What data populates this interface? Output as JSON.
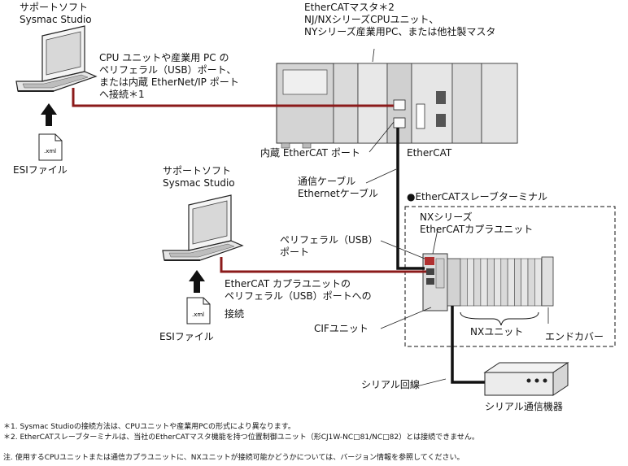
{
  "top_left_support": {
    "line1": "サポートソフト",
    "line2": "Sysmac Studio"
  },
  "master": {
    "line1": "EtherCATマスタ＊2",
    "line2": "NJ/NXシリーズCPUユニット、",
    "line3": "NYシリーズ産業用PC、または他社製マスタ"
  },
  "usb_conn_1": {
    "line1": "CPU ユニットや産業用 PC の",
    "line2": "ペリフェラル（USB）ポート、",
    "line3": "または内蔵 EtherNet/IP ポート",
    "line4": "へ接続＊1"
  },
  "esi_file_1": "ESIファイル",
  "xml_ext_1": ".xml",
  "builtin_port": "内蔵 EtherCAT ポート",
  "ethercat_label": "EtherCAT",
  "mid_support": {
    "line1": "サポートソフト",
    "line2": "Sysmac Studio"
  },
  "comm_cable": {
    "line1": "通信ケーブル",
    "line2": "Ethernetケーブル"
  },
  "slave_terminal": "●EtherCATスレーブターミナル",
  "nx_coupler": {
    "line1": "NXシリーズ",
    "line2": "EtherCATカプラユニット"
  },
  "peripheral_port": {
    "line1": "ペリフェラル（USB）",
    "line2": "ポート"
  },
  "coupler_conn": {
    "line1": "EtherCAT カプラユニットの",
    "line2": "ペリフェラル（USB）ポートへの",
    "line3": "接続"
  },
  "esi_file_2": "ESIファイル",
  "xml_ext_2": ".xml",
  "cif_unit": "CIFユニット",
  "nx_unit": "NXユニット",
  "end_cover": "エンドカバー",
  "serial_line": "シリアル回線",
  "serial_device": "シリアル通信機器",
  "notes": {
    "n1": "＊1. Sysmac Studioの接続方法は、CPUユニットや産業用PCの形式により異なります。",
    "n2": "＊2. EtherCATスレーブターミナルは、当社のEtherCATマスタ機能を持つ位置制御ユニット（形CJ1W-NC□81/NC□82）とは接続できません。",
    "n3": "注. 使用するCPUユニットまたは通信カプラユニットに、NXユニットが接続可能かどうかについては、バージョン情報を参照してください。"
  }
}
